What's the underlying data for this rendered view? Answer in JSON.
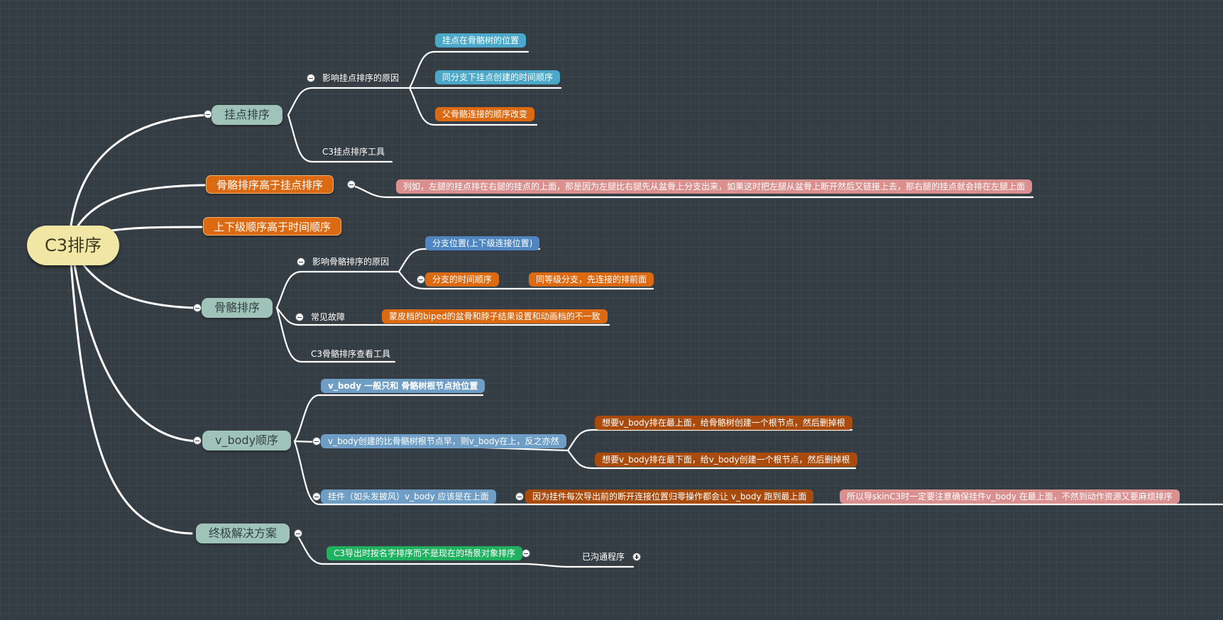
{
  "root": {
    "label": "C3排序"
  },
  "branches": [
    {
      "label": "挂点排序",
      "children": [
        {
          "label": "影响挂点排序的原因",
          "children": [
            {
              "label": "挂点在骨骼树的位置"
            },
            {
              "label": "同分支下挂点创建的时间顺序"
            },
            {
              "label": "父骨骼连接的顺序改变"
            }
          ]
        },
        {
          "label": "C3挂点排序工具"
        }
      ]
    },
    {
      "label": "骨骼排序高于挂点排序",
      "children": [
        {
          "label": "列如，左腿的挂点排在右腿的挂点的上面，那是因为左腿比右腿先从盆骨上分支出来，如果这时把左腿从盆骨上断开然后又链接上去，那右腿的挂点就会排在左腿上面"
        }
      ]
    },
    {
      "label": "上下级顺序高于时间顺序"
    },
    {
      "label": "骨骼排序",
      "children": [
        {
          "label": "影响骨骼排序的原因",
          "children": [
            {
              "label": "分支位置(上下级连接位置)"
            },
            {
              "label": "分支的时间顺序",
              "children": [
                {
                  "label": "同等级分支，先连接的排前面"
                }
              ]
            }
          ]
        },
        {
          "label": "常见故障",
          "children": [
            {
              "label": "蒙皮档的biped的盆骨和脖子结果设置和动画档的不一致"
            }
          ]
        },
        {
          "label": "C3骨骼排序查看工具"
        }
      ]
    },
    {
      "label": "v_body顺序",
      "children": [
        {
          "label": "v_body 一般只和 骨骼树根节点抢位置"
        },
        {
          "label": "v_body创建的比骨骼树根节点早，则v_body在上，反之亦然",
          "children": [
            {
              "label": "想要v_body排在最上面，给骨骼树创建一个根节点，然后删掉根"
            },
            {
              "label": "想要v_body排在最下面，给v_body创建一个根节点，然后删掉根"
            }
          ]
        },
        {
          "label": "挂件（如头发披风）v_body 应该是在上面",
          "children": [
            {
              "label": "因为挂件每次导出前的断开连接位置归零操作都会让 v_body 跑到最上面",
              "children": [
                {
                  "label": "所以导skinC3时一定要注意确保挂件v_body 在最上面，不然到动作资源又要麻烦排序"
                }
              ]
            }
          ]
        }
      ]
    },
    {
      "label": "终极解决方案",
      "children": [
        {
          "label": "C3导出时按名字排序而不是现在的场景对象排序",
          "children": [
            {
              "label": "已沟通程序"
            }
          ]
        }
      ]
    }
  ],
  "colors": {
    "background": "#353d44",
    "root": "#f1e6a4",
    "main_branch": "#9fc3b9",
    "orange": "#dc6a12",
    "brown": "#a84b0d",
    "teal": "#4ba8c8",
    "blue": "#4f86c2",
    "steel": "#6e9ec6",
    "pink": "#d9908f",
    "green": "#1fb160"
  }
}
